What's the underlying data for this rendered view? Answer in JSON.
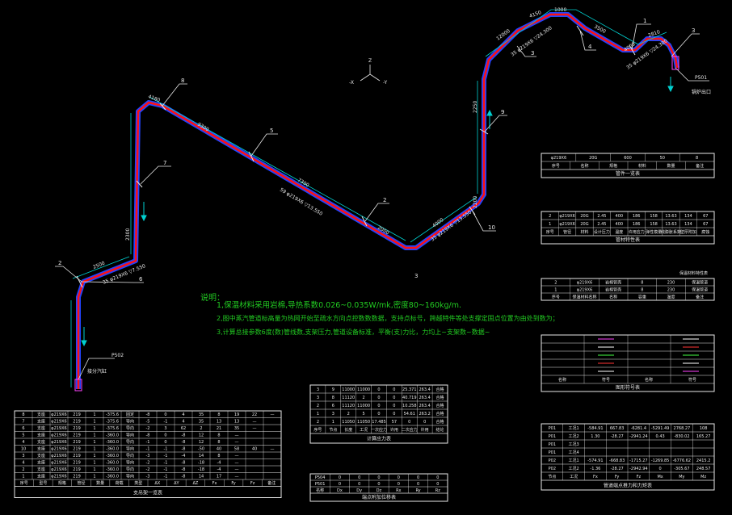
{
  "notes": {
    "title": "说明：",
    "line1": "1,保温材料采用岩棉,导热系数0.026~0.035W/mk,密度80~160kg/m.",
    "line2": "2,图中蒸汽管道标高量为热网开始至疏水方向点控数数数据，支持点标号，跨越特件等处支撑定固点位置为由处到数为；",
    "line3": "3,计算总接参数6度(数)管线数,支架压力,管道设备标准，平衡(支)力比，力均上~支架数~数据~"
  },
  "pipe": {
    "spec_left": "35 φ219X6 ▽7.550",
    "spec_mid": "59 φ219X6 ▽13.550",
    "spec_low": "35 φ219X6 ▽13.550",
    "spec_top": "35 φ219X6 ▽24.300",
    "spec_right": "35 φ219X6 ▽24.300",
    "dim_9300": "9300",
    "dim_7300": "7300",
    "dim_2000": "2000",
    "dim_4000a": "4000",
    "dim_4000b": "4000",
    "dim_4180": "4180",
    "dim_2500": "2500",
    "dim_2300": "2300",
    "dim_2200": "2200",
    "dim_2250": "2250",
    "dim_12000": "12000",
    "dim_3500": "3500",
    "dim_1000": "1000",
    "dim_4150": "4150",
    "dim_2810": "2810"
  },
  "markers": {
    "n1": "1",
    "n2a": "2",
    "n2b": "2",
    "n3": "3",
    "n3b": "3",
    "n4": "4",
    "n5": "5",
    "n6": "6",
    "n7": "7",
    "n8": "8",
    "n9": "9",
    "n10": "10"
  },
  "axis": {
    "z": "Z",
    "x": "-X",
    "y": "-Y"
  },
  "endpoints": {
    "right_tag": "P501",
    "right_label": "锅炉出口",
    "left_tag": "P502",
    "left_label": "接分汽缸"
  },
  "center_mark": "3",
  "tables": {
    "ref_title": "管件一览表",
    "ref_row": [
      "φ219X6",
      "20G",
      "600",
      "50",
      "8"
    ],
    "ref_head": [
      "序号",
      "名称",
      "规格",
      "材料",
      "数量",
      "备注"
    ],
    "prop_title": "管材特性表",
    "prop_row1": [
      "2",
      "φ219X6",
      "20G",
      "2.45",
      "400",
      "186",
      "158",
      "13.63",
      "134",
      "67"
    ],
    "prop_row2": [
      "1",
      "φ219X6",
      "20G",
      "2.45",
      "400",
      "186",
      "158",
      "13.63",
      "134",
      "67"
    ],
    "prop_head": [
      "序号",
      "管径",
      "材料",
      "设计压力",
      "温度",
      "许用应力",
      "弹性模量",
      "线膨胀系数",
      "壁厚附加",
      "腐蚀"
    ],
    "ins_caption": "保温材料特性表",
    "ins_row1": [
      "2",
      "φ219X6",
      "岩棉管壳",
      "8",
      "230",
      "保温管道"
    ],
    "ins_row2": [
      "1",
      "φ219X6",
      "岩棉管壳",
      "8",
      "230",
      "保温管道"
    ],
    "ins_head": [
      "序号",
      "保温材料名称",
      "名称",
      "容重",
      "温度",
      "备注"
    ],
    "sym_title": "图形符号表",
    "sym_head": [
      "名称",
      "符号",
      "名称",
      "符号"
    ],
    "force_title": "计算应力表",
    "force_rows": [
      [
        "3",
        "9",
        "11000",
        "11000",
        "0",
        "0",
        "25.371",
        "263.4",
        "合格"
      ],
      [
        "3",
        "8",
        "11120",
        "2",
        "0",
        "0",
        "40.719",
        "263.4",
        "合格"
      ],
      [
        "2",
        "6",
        "11120",
        "11000",
        "0",
        "0",
        "10.258",
        "263.4",
        "合格"
      ],
      [
        "1",
        "3",
        "2",
        "5",
        "0",
        "0",
        "54.61",
        "263.2",
        "合格"
      ],
      [
        "2",
        "1",
        "11050",
        "11050",
        "17.485",
        "57",
        "0",
        "0",
        "合格"
      ]
    ],
    "force_head": [
      "序号",
      "节点",
      "长度",
      "工况",
      "一次应力",
      "许用",
      "二次应力",
      "许用",
      "结论"
    ],
    "disp_title": "端点附加位移表",
    "disp_rows": [
      [
        "P504",
        "0",
        "0",
        "0",
        "0",
        "0",
        "0"
      ],
      [
        "P501",
        "0",
        "0",
        "0",
        "0",
        "0",
        "0"
      ]
    ],
    "disp_head": [
      "名称",
      "Dx",
      "Dy",
      "Dz",
      "Rx",
      "Ry",
      "Rz"
    ],
    "load_title": "管道端点推力和力矩表",
    "load_rows": [
      [
        "P01",
        "工况1",
        "-584.91",
        "667.83",
        "-6281.4",
        "-5291.49",
        "2768.27",
        "108"
      ],
      [
        "P01",
        "工况2",
        "1.30",
        "-28.27",
        "-2941.24",
        "0.43",
        "-830.02",
        "165.27"
      ],
      [
        "P01",
        "工况3",
        "",
        "",
        "",
        "",
        "",
        ""
      ],
      [
        "P01",
        "工况4",
        "",
        "",
        "",
        "",
        "",
        ""
      ],
      [
        "P02",
        "工况1",
        "-574.91",
        "-668.83",
        "-1715.27",
        "-1269.85",
        "-6776.62",
        "2415.2"
      ],
      [
        "P02",
        "工况2",
        "-1.36",
        "-28.27",
        "-2942.94",
        "0",
        "-305.67",
        "248.57"
      ]
    ],
    "load_head": [
      "节点",
      "工况",
      "Fx",
      "Fy",
      "Fz",
      "Mx",
      "My",
      "Mz"
    ],
    "support_title": "支吊架一览表",
    "support_rows": [
      [
        "8",
        "支座",
        "φ219X6",
        "219",
        "1",
        "-375.6",
        "固定",
        "-8",
        "0",
        "4",
        "35",
        "8",
        "19",
        "22",
        "—"
      ],
      [
        "7",
        "支座",
        "φ219X6",
        "219",
        "1",
        "-375.6",
        "导向",
        "-5",
        "-1",
        "4",
        "35",
        "13",
        "13",
        "—",
        ""
      ],
      [
        "6",
        "支座",
        "φ219X6",
        "219",
        "1",
        "-375.6",
        "导向",
        "-2",
        "3",
        "62",
        "2",
        "21",
        "35",
        "—",
        ""
      ],
      [
        "5",
        "支座",
        "φ219X6",
        "219",
        "1",
        "-360.0",
        "导向",
        "-8",
        "0",
        "-8",
        "12",
        "8",
        "—",
        "",
        ""
      ],
      [
        "4",
        "支座",
        "φ219X6",
        "219",
        "1",
        "-360.0",
        "导向",
        "-1",
        "0",
        "-8",
        "12",
        "8",
        "—",
        "",
        ""
      ],
      [
        "10",
        "支座",
        "φ219X6",
        "219",
        "1",
        "-360.0",
        "导向",
        "-1",
        "-1",
        "-8",
        "-50",
        "40",
        "58",
        "40",
        "—"
      ],
      [
        "3",
        "支座",
        "φ219X6",
        "219",
        "1",
        "-360.0",
        "导向",
        "-3",
        "-1",
        "-4",
        "14",
        "8",
        "—",
        "",
        ""
      ],
      [
        "4",
        "支座",
        "φ219X6",
        "219",
        "1",
        "-360.0",
        "导向",
        "-2",
        "-1",
        "-8",
        "-18",
        "-4",
        "—",
        "",
        ""
      ],
      [
        "2",
        "支座",
        "φ219X6",
        "219",
        "1",
        "-360.0",
        "导向",
        "-2",
        "-1",
        "-8",
        "-18",
        "-4",
        "—",
        "",
        ""
      ],
      [
        "1",
        "支座",
        "φ219X6",
        "219",
        "1",
        "-360.0",
        "导向",
        "-3",
        "-1",
        "-8",
        "14",
        "17",
        "—",
        "",
        ""
      ]
    ],
    "support_head": [
      "序号",
      "型号",
      "规格",
      "管径",
      "数量",
      "荷载",
      "类型",
      "ΔX",
      "ΔY",
      "ΔZ",
      "Fx",
      "Fy",
      "Fz",
      "备注"
    ]
  }
}
